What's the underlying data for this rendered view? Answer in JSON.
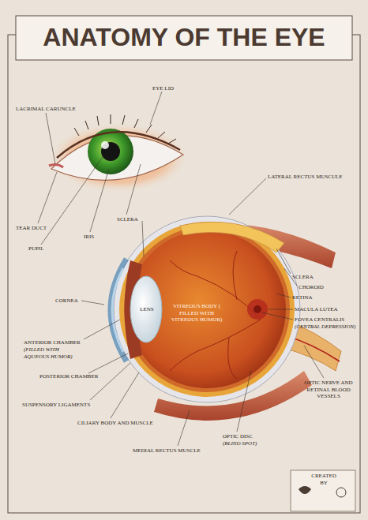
{
  "diagram": {
    "title": "ANATOMY OF THE EYE",
    "labels": [
      "EYE LID",
      "LACRIMAL CARUNCLE",
      "TEAR DUCT",
      "PUPIL",
      "IRIS",
      "SCLERA",
      "LATERAL RECTUS MUSCULE",
      "SCLERA",
      "CHOROID",
      "RETINA",
      "MACULA LUTEA",
      "FOVEA CENTRALIS",
      "(CENTRAL DEPRESSION)",
      "CORNEA",
      "LENS",
      "VITREOUS BODY ( FILLED WITH VITREOUS HUMOR)",
      "ANTERIOR CHAMBER",
      "(FILLED WITH AQUEOUS HUMOR)",
      "POSTERIOR CHAMBER",
      "SUSPENSORY LIGAMENTS",
      "CILIARY BODY AND MUSCLE",
      "MEDIAL RECTUS MUSCLE",
      "OPTIC DISC",
      "(BLIND SPOT)",
      "OPTIC NERVE AND RETINAL BLOOD VESSELS",
      "CREATED BY"
    ]
  }
}
